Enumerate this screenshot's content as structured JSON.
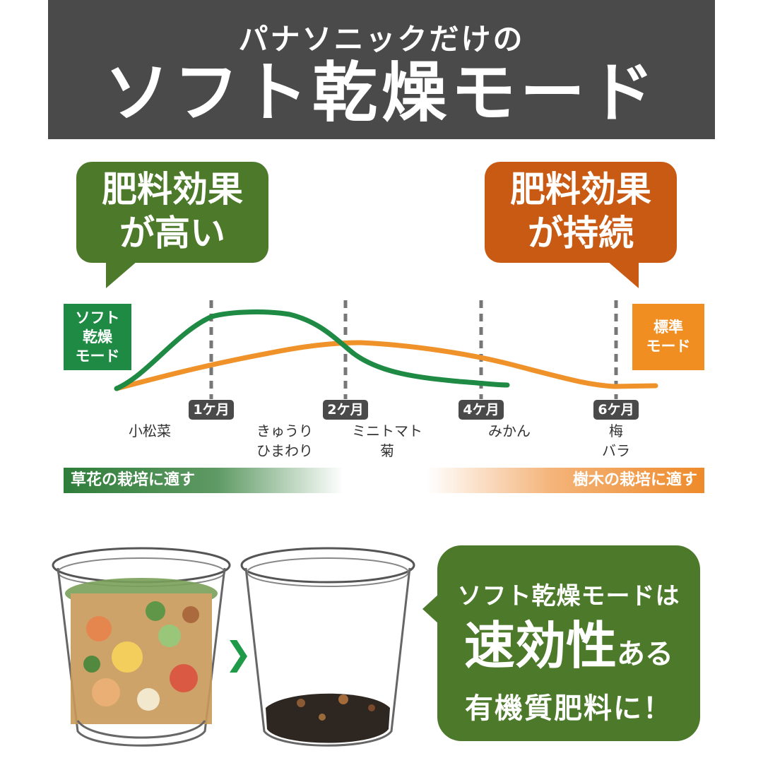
{
  "header": {
    "subtitle": "パナソニックだけの",
    "title": "ソフト乾燥モード"
  },
  "bubbles": {
    "left": {
      "line1": "肥料効果",
      "line2": "が高い",
      "color": "#4c7a2a"
    },
    "right": {
      "line1": "肥料効果",
      "line2": "が持続",
      "color": "#c95a14"
    }
  },
  "modes": {
    "soft": {
      "lines": [
        "ソフト",
        "乾燥",
        "モード"
      ],
      "color": "#1e8a44"
    },
    "standard": {
      "lines": [
        "標準",
        "モード"
      ],
      "color": "#f08e22"
    }
  },
  "chart_data": {
    "type": "line",
    "x_ticks": [
      "1ケ月",
      "2ケ月",
      "4ケ月",
      "6ケ月"
    ],
    "series": [
      {
        "name": "ソフト乾燥モード",
        "color": "#1e8a44"
      },
      {
        "name": "標準モード",
        "color": "#f08e22"
      }
    ]
  },
  "crops": [
    {
      "lines": [
        "小松菜"
      ]
    },
    {
      "lines": [
        "きゅうり",
        "ひまわり"
      ]
    },
    {
      "lines": [
        "ミニトマト",
        "菊"
      ]
    },
    {
      "lines": [
        "みかん"
      ]
    },
    {
      "lines": [
        "梅",
        "バラ"
      ]
    }
  ],
  "bands": {
    "left": "草花の栽培に適す",
    "right": "樹木の栽培に適す"
  },
  "speech": {
    "line1": "ソフト乾燥モードは",
    "line2_main": "速効性",
    "line2_small": "ある",
    "line3": "有機質肥料に！"
  },
  "arrow_icon": "chevron-right-icon"
}
